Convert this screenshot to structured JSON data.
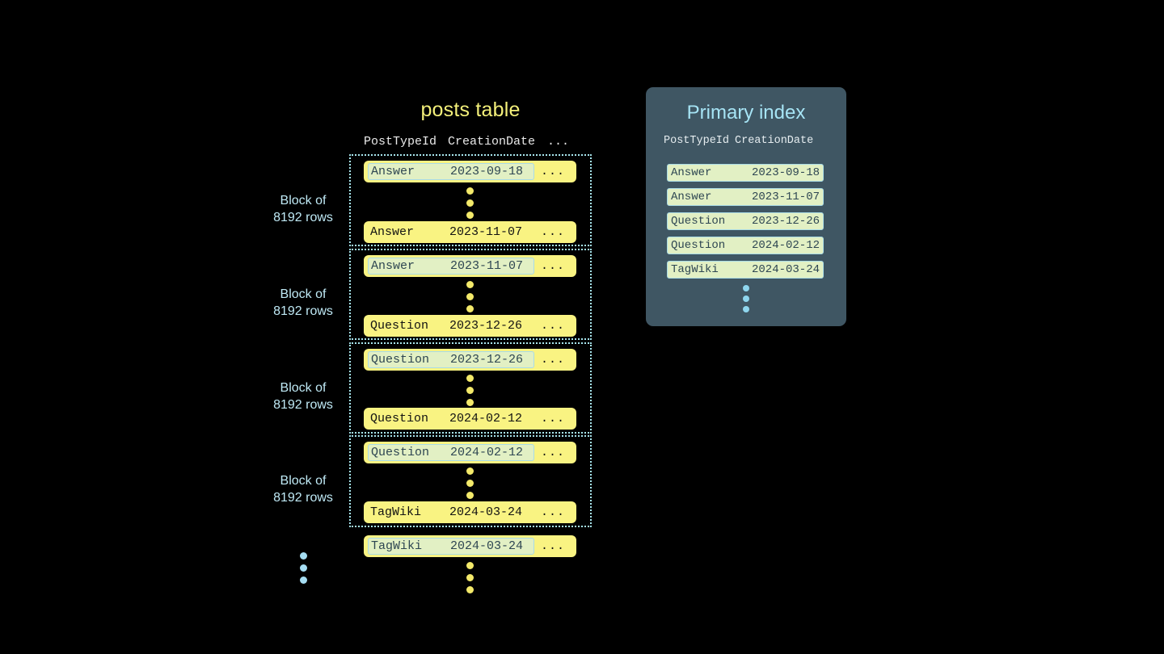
{
  "background": "#000000",
  "colors": {
    "row_yellow": "#f9f382",
    "highlight_green": "#e2f0c4",
    "highlight_border": "#a9dbe6",
    "panel_slate": "#3f5663",
    "title_yellow": "#f4f07a",
    "title_blue": "#a6e4f5",
    "label_blue": "#bfe9f5",
    "dot_yellow": "#f3e96a",
    "dot_blue": "#a5ddf2"
  },
  "posts_table": {
    "title": "posts table",
    "columns": [
      "PostTypeId",
      "CreationDate",
      "..."
    ],
    "ellipsis_symbol": "...",
    "blocks": [
      {
        "label_line1": "Block of",
        "label_line2": "8192 rows",
        "first_row": {
          "post_type_id": "Answer",
          "creation_date": "2023-09-18",
          "rest": "...",
          "highlighted": true
        },
        "last_row": {
          "post_type_id": "Answer",
          "creation_date": "2023-11-07",
          "rest": "...",
          "highlighted": false
        }
      },
      {
        "label_line1": "Block of",
        "label_line2": "8192 rows",
        "first_row": {
          "post_type_id": "Answer",
          "creation_date": "2023-11-07",
          "rest": "...",
          "highlighted": true
        },
        "last_row": {
          "post_type_id": "Question",
          "creation_date": "2023-12-26",
          "rest": "...",
          "highlighted": false
        }
      },
      {
        "label_line1": "Block of",
        "label_line2": "8192 rows",
        "first_row": {
          "post_type_id": "Question",
          "creation_date": "2023-12-26",
          "rest": "...",
          "highlighted": true
        },
        "last_row": {
          "post_type_id": "Question",
          "creation_date": "2024-02-12",
          "rest": "...",
          "highlighted": false
        }
      },
      {
        "label_line1": "Block of",
        "label_line2": "8192 rows",
        "first_row": {
          "post_type_id": "Question",
          "creation_date": "2024-02-12",
          "rest": "...",
          "highlighted": true
        },
        "last_row": {
          "post_type_id": "TagWiki",
          "creation_date": "2024-03-24",
          "rest": "...",
          "highlighted": false
        }
      }
    ],
    "trailing_row": {
      "post_type_id": "TagWiki",
      "creation_date": "2024-03-24",
      "rest": "...",
      "highlighted": true
    }
  },
  "primary_index": {
    "title": "Primary index",
    "columns": [
      "PostTypeId",
      "CreationDate"
    ],
    "rows": [
      {
        "post_type_id": "Answer",
        "creation_date": "2023-09-18"
      },
      {
        "post_type_id": "Answer",
        "creation_date": "2023-11-07"
      },
      {
        "post_type_id": "Question",
        "creation_date": "2023-12-26"
      },
      {
        "post_type_id": "Question",
        "creation_date": "2024-02-12"
      },
      {
        "post_type_id": "TagWiki",
        "creation_date": "2024-03-24"
      }
    ]
  }
}
